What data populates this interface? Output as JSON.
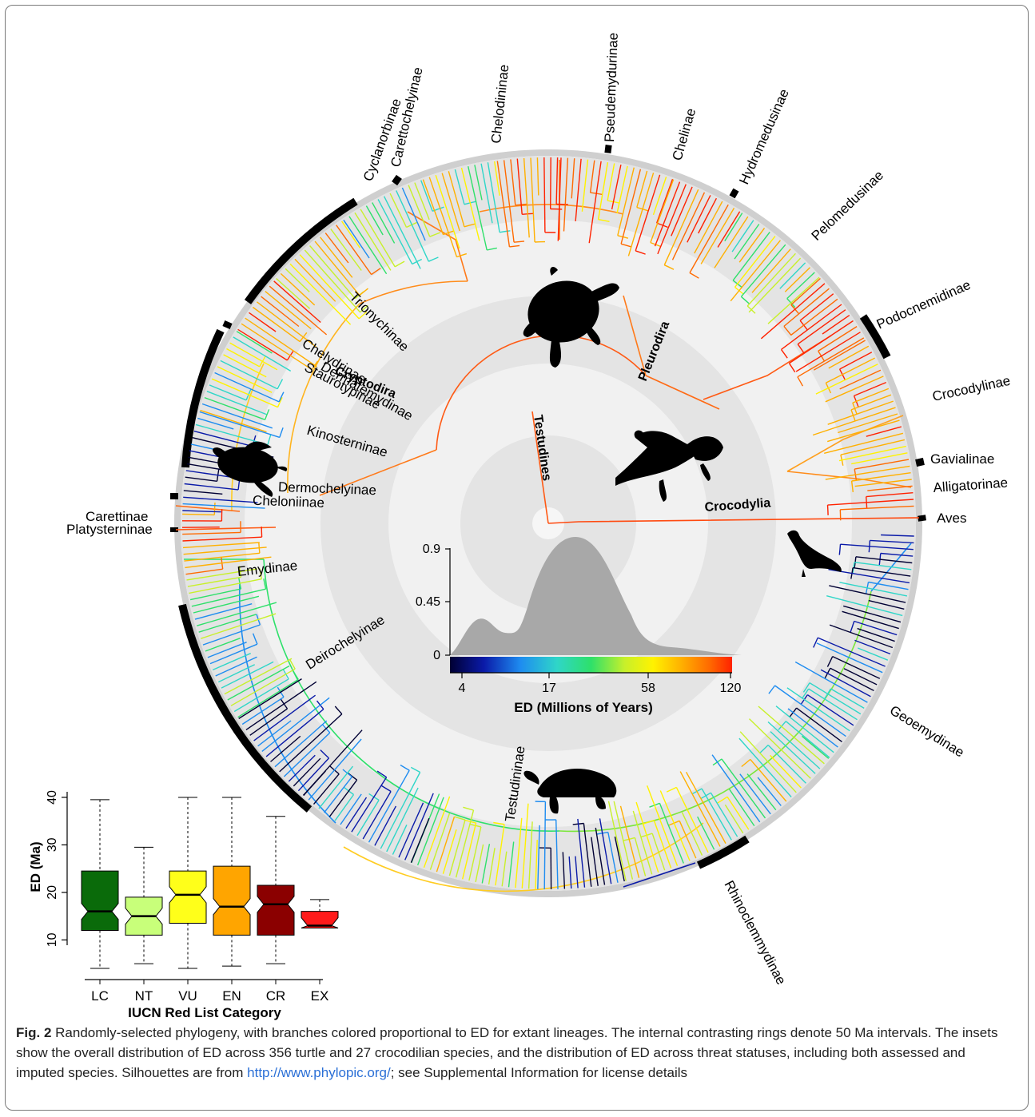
{
  "figure": {
    "clade_labels": [
      {
        "name": "Carettochelyinae"
      },
      {
        "name": "Chelodininae"
      },
      {
        "name": "Pseudemydurinae"
      },
      {
        "name": "Cyclanorbinae"
      },
      {
        "name": "Chelinae"
      },
      {
        "name": "Hydromedusinae"
      },
      {
        "name": "Trionychinae"
      },
      {
        "name": "Pelomedusinae"
      },
      {
        "name": "Chelydrinae"
      },
      {
        "name": "Dermatemydinae"
      },
      {
        "name": "Staurotypinae"
      },
      {
        "name": "Podocnemidinae"
      },
      {
        "name": "Kinosterninae"
      },
      {
        "name": "Crocodylinae"
      },
      {
        "name": "Gavialinae"
      },
      {
        "name": "Dermochelyinae"
      },
      {
        "name": "Cheloniinae"
      },
      {
        "name": "Alligatorinae"
      },
      {
        "name": "Carettinae"
      },
      {
        "name": "Platysterninae"
      },
      {
        "name": "Aves"
      },
      {
        "name": "Emydinae"
      },
      {
        "name": "Geoemydinae"
      },
      {
        "name": "Deirochelyinae"
      },
      {
        "name": "Testudininae"
      },
      {
        "name": "Rhinoclemmydinae"
      }
    ],
    "node_labels": {
      "cryptodira": "Cryptodira",
      "pleurodira": "Pleurodira",
      "testudines": "Testudines",
      "crocodylia": "Crocodylia"
    },
    "silhouettes": [
      "side-necked-turtle-silhouette",
      "sea-turtle-silhouette",
      "crocodile-silhouette",
      "bird-silhouette",
      "tortoise-silhouette"
    ]
  },
  "density_inset": {
    "y_ticks": [
      "0.9",
      "0.45",
      "0"
    ],
    "x_ticks": [
      "4",
      "17",
      "58",
      "120"
    ],
    "xlabel": "ED (Millions of Years)",
    "colorbar": [
      "#000033",
      "#0a1aa8",
      "#1e8cf0",
      "#2fd6c8",
      "#2ee06a",
      "#c8f02a",
      "#fff200",
      "#ffb000",
      "#ff6a00",
      "#ff2200"
    ]
  },
  "chart_data": {
    "type": "box",
    "categories": [
      "LC",
      "NT",
      "VU",
      "EN",
      "CR",
      "EX"
    ],
    "colors": [
      "#0a6b0a",
      "#c8ff7a",
      "#ffff1a",
      "#ffa500",
      "#8b0000",
      "#ff1a1a"
    ],
    "whisker_low": [
      4,
      5,
      4,
      4.5,
      5,
      12.5
    ],
    "q1": [
      12,
      11,
      13.5,
      11,
      11,
      12.5
    ],
    "median": [
      16,
      15,
      19.5,
      17,
      17.5,
      13
    ],
    "q3": [
      24.5,
      19,
      24.5,
      25.5,
      21.5,
      16
    ],
    "whisker_high": [
      39.5,
      29.5,
      40,
      40,
      36,
      18.5
    ],
    "ylabel": "ED (Ma)",
    "xlabel": "IUCN Red List Category",
    "y_ticks": [
      "10",
      "20",
      "30",
      "40"
    ],
    "ylim": [
      3,
      41
    ]
  },
  "caption": {
    "label": "Fig. 2",
    "text": " Randomly-selected phylogeny, with branches colored proportional to ED for extant lineages. The internal contrasting rings denote 50 Ma intervals. The insets show the overall distribution of ED across 356 turtle and 27 crocodilian species, and the distribution of ED across threat statuses, including both assessed and imputed species. Silhouettes are from ",
    "link": "http://www.phylopic.org/",
    "text_after": "; see Supplemental Information for license details"
  }
}
